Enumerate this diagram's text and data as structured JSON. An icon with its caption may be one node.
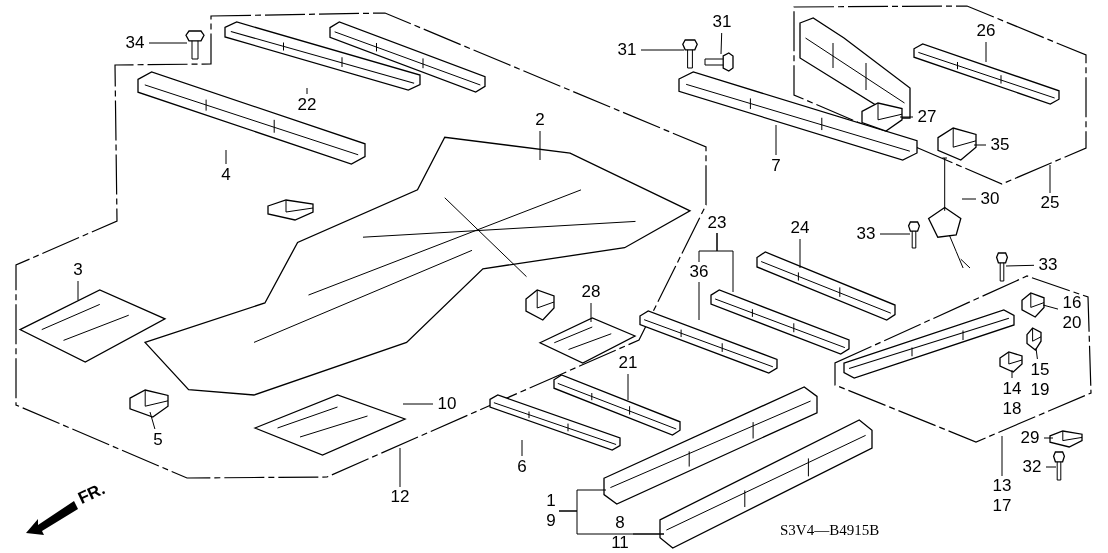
{
  "diagram": {
    "nodes": [
      {
        "text": [],
        "shape": "box"
      },
      {
        "text": [],
        "shape": "picture",
        "in": 0
      },
      {
        "text": [
          "22"
        ],
        "in": 0
      },
      {
        "text": [],
        "shape": "picture",
        "in": 0
      },
      {
        "text": [
          "4"
        ],
        "in": 0
      },
      {
        "text": [
          "2"
        ],
        "in": 0
      },
      {
        "text": [],
        "shape": "picture",
        "in": 0
      },
      {
        "text": [
          "3"
        ],
        "in": 0
      },
      {
        "text": [],
        "shape": "picture",
        "in": 0
      },
      {
        "text": [],
        "shape": "picture",
        "in": 0
      },
      {
        "text": [
          "5"
        ],
        "in": 0
      },
      {
        "text": [],
        "shape": "picture",
        "in": 0
      },
      {
        "text": [
          "10"
        ],
        "in": 0
      },
      {
        "text": [],
        "shape": "picture",
        "in": 0
      },
      {
        "text": [
          "28"
        ],
        "in": 0
      },
      {
        "text": [
          "34"
        ]
      },
      {
        "text": [],
        "shape": "picture"
      },
      {
        "text": [
          "12"
        ]
      },
      {
        "text": [
          "31"
        ]
      },
      {
        "text": [],
        "shape": "picture"
      },
      {
        "text": [
          "31"
        ]
      },
      {
        "text": [],
        "shape": "picture"
      },
      {
        "text": [
          "7"
        ]
      },
      {
        "text": [],
        "shape": "picture"
      },
      {
        "text": [],
        "shape": "box"
      },
      {
        "text": [],
        "shape": "picture",
        "in": 24
      },
      {
        "text": [
          "26"
        ],
        "in": 24
      },
      {
        "text": [],
        "shape": "picture",
        "in": 24
      },
      {
        "text": [],
        "shape": "picture",
        "in": 24
      },
      {
        "text": [
          "27"
        ],
        "in": 24
      },
      {
        "text": [],
        "shape": "picture",
        "in": 24
      },
      {
        "text": [
          "35"
        ],
        "in": 24
      },
      {
        "text": [
          "25"
        ]
      },
      {
        "text": [],
        "shape": "picture"
      },
      {
        "text": [
          "30"
        ]
      },
      {
        "text": [
          "23"
        ]
      },
      {
        "text": [
          "36"
        ]
      },
      {
        "text": [],
        "shape": "picture"
      },
      {
        "text": [],
        "shape": "picture"
      },
      {
        "text": [
          "24"
        ]
      },
      {
        "text": [],
        "shape": "picture"
      },
      {
        "text": [
          "33"
        ]
      },
      {
        "text": [],
        "shape": "picture"
      },
      {
        "text": [
          "33"
        ]
      },
      {
        "text": [],
        "shape": "picture"
      },
      {
        "text": [],
        "shape": "box"
      },
      {
        "text": [],
        "shape": "picture",
        "in": 45
      },
      {
        "text": [],
        "shape": "picture",
        "in": 45
      },
      {
        "text": [
          "16",
          "20"
        ],
        "in": 45
      },
      {
        "text": [],
        "shape": "picture",
        "in": 45
      },
      {
        "text": [
          "15",
          "19"
        ],
        "in": 45
      },
      {
        "text": [],
        "shape": "picture",
        "in": 45
      },
      {
        "text": [
          "14",
          "18"
        ],
        "in": 45
      },
      {
        "text": [
          "21"
        ]
      },
      {
        "text": [],
        "shape": "picture"
      },
      {
        "text": [],
        "shape": "picture"
      },
      {
        "text": [
          "6"
        ]
      },
      {
        "text": [],
        "shape": "picture"
      },
      {
        "text": [
          "1",
          "9"
        ]
      },
      {
        "text": [
          "8",
          "11"
        ]
      },
      {
        "text": [],
        "shape": "picture"
      },
      {
        "text": [
          "29"
        ]
      },
      {
        "text": [],
        "shape": "picture"
      },
      {
        "text": [
          "32"
        ]
      },
      {
        "text": [],
        "shape": "picture"
      },
      {
        "text": [
          "13",
          "17"
        ]
      }
    ],
    "edges": [
      {
        "from": 2,
        "to": 1,
        "arrow": "none"
      },
      {
        "from": 4,
        "to": 3,
        "arrow": "none"
      },
      {
        "from": 5,
        "to": 6,
        "arrow": "none"
      },
      {
        "from": 7,
        "to": 8,
        "arrow": "none"
      },
      {
        "from": 10,
        "to": 9,
        "arrow": "none"
      },
      {
        "from": 12,
        "to": 11,
        "arrow": "none"
      },
      {
        "from": 14,
        "to": 13,
        "arrow": "none"
      },
      {
        "from": 15,
        "to": 16,
        "arrow": "none"
      },
      {
        "from": 17,
        "to": 0,
        "arrow": "none"
      },
      {
        "from": 18,
        "to": 19,
        "arrow": "none"
      },
      {
        "from": 20,
        "to": 21,
        "arrow": "none"
      },
      {
        "from": 22,
        "to": 23,
        "arrow": "none"
      },
      {
        "from": 26,
        "to": 27,
        "arrow": "none"
      },
      {
        "from": 29,
        "to": 28,
        "arrow": "none"
      },
      {
        "from": 31,
        "to": 30,
        "arrow": "none"
      },
      {
        "from": 32,
        "to": 24,
        "arrow": "none"
      },
      {
        "from": 34,
        "to": 33,
        "arrow": "none"
      },
      {
        "from": 35,
        "to": 38,
        "arrow": "none"
      },
      {
        "from": 35,
        "to": 36,
        "arrow": "none"
      },
      {
        "from": 36,
        "to": 37,
        "arrow": "none"
      },
      {
        "from": 39,
        "to": 40,
        "arrow": "none"
      },
      {
        "from": 41,
        "to": 42,
        "arrow": "none"
      },
      {
        "from": 43,
        "to": 44,
        "arrow": "none"
      },
      {
        "from": 48,
        "to": 47,
        "arrow": "none"
      },
      {
        "from": 50,
        "to": 49,
        "arrow": "none"
      },
      {
        "from": 52,
        "to": 51,
        "arrow": "none"
      },
      {
        "from": 53,
        "to": 54,
        "arrow": "none"
      },
      {
        "from": 56,
        "to": 55,
        "arrow": "none"
      },
      {
        "from": 58,
        "to": 57,
        "arrow": "none"
      },
      {
        "from": 58,
        "to": 60,
        "arrow": "none"
      },
      {
        "from": 59,
        "to": 60,
        "arrow": "none"
      },
      {
        "from": 61,
        "to": 62,
        "arrow": "none"
      },
      {
        "from": 63,
        "to": 64,
        "arrow": "none"
      },
      {
        "from": 65,
        "to": 45,
        "arrow": "none"
      }
    ],
    "labels": [
      "FR.",
      "S3V4—B4915B"
    ]
  }
}
